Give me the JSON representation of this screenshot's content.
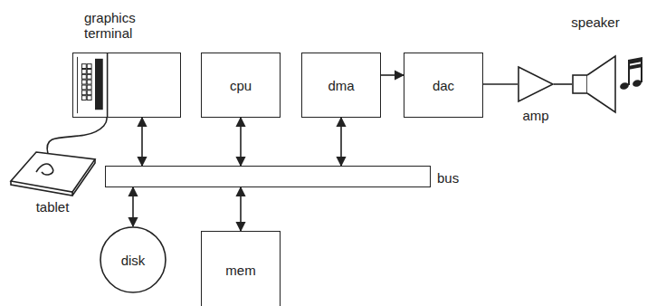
{
  "diagram": {
    "nodes": [
      {
        "text": [
          "graphics terminal"
        ]
      },
      {
        "text": [
          "cpu"
        ]
      },
      {
        "text": [
          "dma"
        ]
      },
      {
        "text": [
          "dac"
        ]
      },
      {
        "text": [
          "amp"
        ]
      },
      {
        "text": [
          "speaker"
        ]
      },
      {
        "text": [
          "tablet"
        ]
      },
      {
        "text": [
          "bus"
        ]
      },
      {
        "text": [
          "disk"
        ]
      },
      {
        "text": [
          "mem"
        ]
      }
    ],
    "edges": [
      {
        "from": 0,
        "to": 7,
        "arrow": "both"
      },
      {
        "from": 1,
        "to": 7,
        "arrow": "both"
      },
      {
        "from": 2,
        "to": 7,
        "arrow": "both"
      },
      {
        "from": 2,
        "to": 3,
        "arrow": "to"
      },
      {
        "from": 3,
        "to": 4,
        "arrow": "none"
      },
      {
        "from": 4,
        "to": 5,
        "arrow": "none"
      },
      {
        "from": 6,
        "to": 0,
        "arrow": "none"
      },
      {
        "from": 8,
        "to": 7,
        "arrow": "both"
      },
      {
        "from": 9,
        "to": 7,
        "arrow": "both"
      }
    ]
  }
}
